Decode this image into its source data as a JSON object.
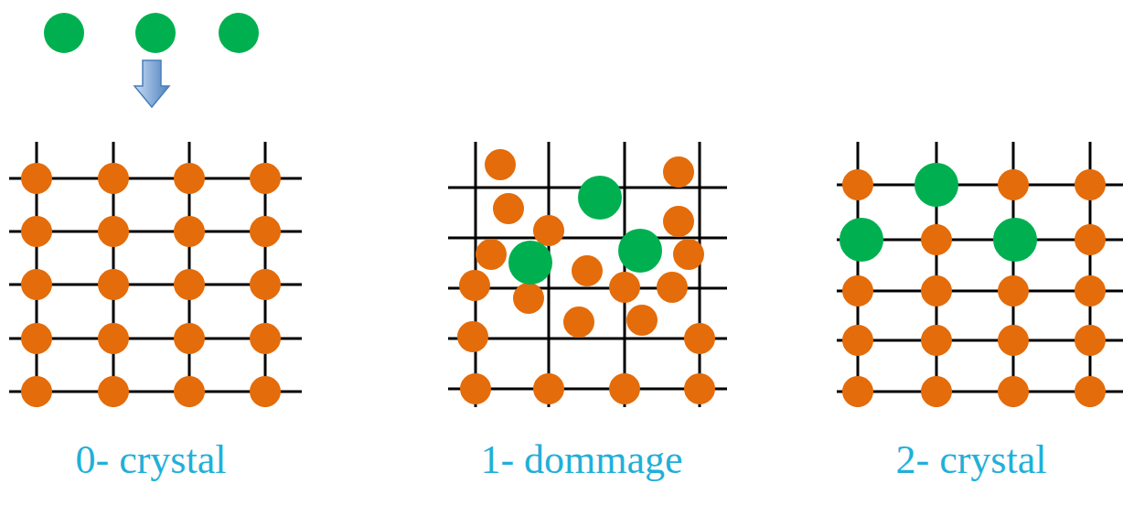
{
  "diagram": {
    "labels": [
      "0- crystal",
      "1- dommage",
      "2- crystal"
    ]
  }
}
